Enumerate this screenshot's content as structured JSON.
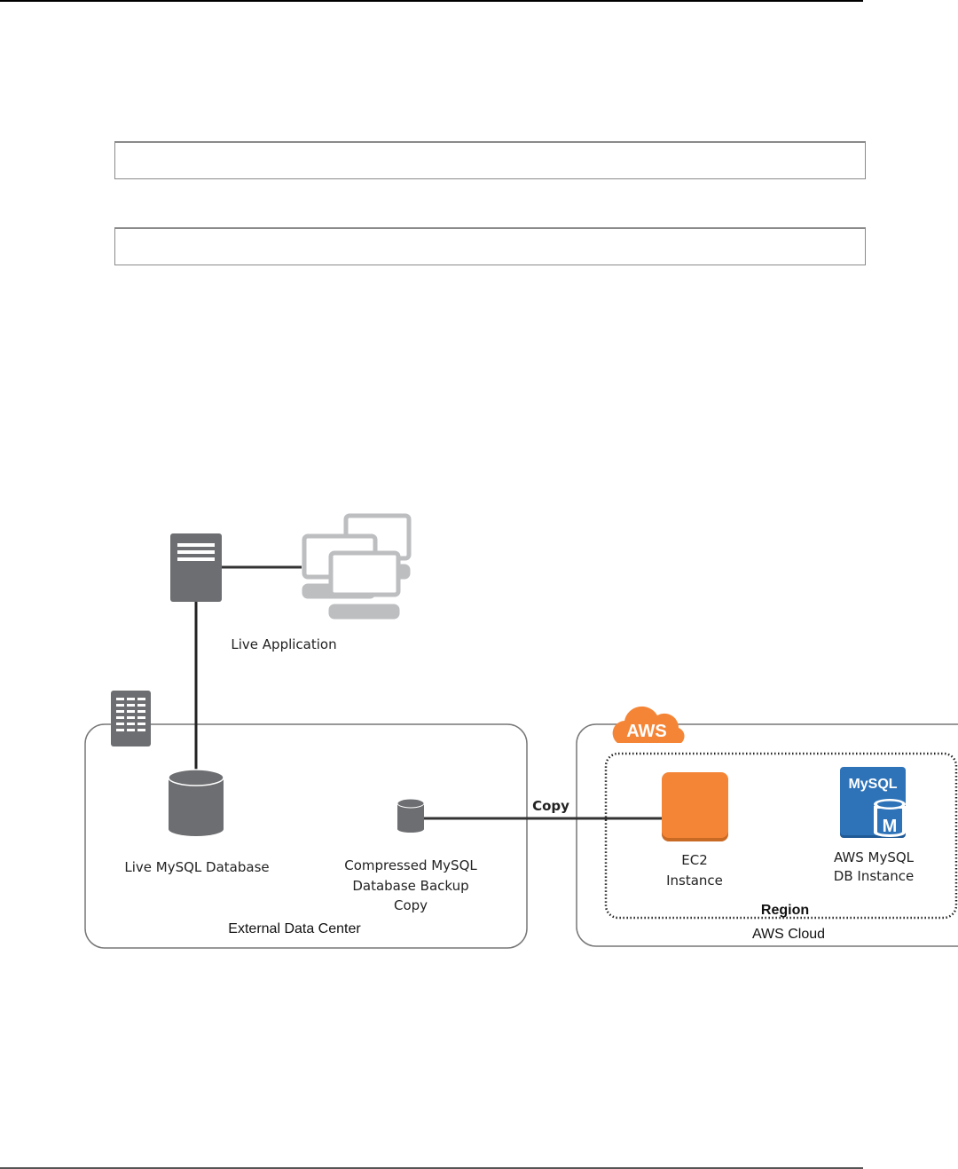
{
  "page": {
    "code_boxes": [
      "",
      ""
    ]
  },
  "diagram": {
    "live_application_label": "Live Application",
    "live_db_label": "Live MySQL Database",
    "backup_label_line1": "Compressed MySQL",
    "backup_label_line2": "Database Backup",
    "backup_label_line3": "Copy",
    "external_dc_label": "External Data Center",
    "copy_label": "Copy",
    "aws_badge": "AWS",
    "ec2_label_line1": "EC2",
    "ec2_label_line2": "Instance",
    "mysql_icon_text": "MySQL",
    "mysql_icon_letter": "M",
    "rds_label_line1": "AWS MySQL",
    "rds_label_line2": "DB Instance",
    "region_label": "Region",
    "aws_cloud_label": "AWS Cloud",
    "colors": {
      "icon_gray": "#6d6e71",
      "aws_orange": "#f58536",
      "mysql_blue": "#2e73b8"
    }
  }
}
